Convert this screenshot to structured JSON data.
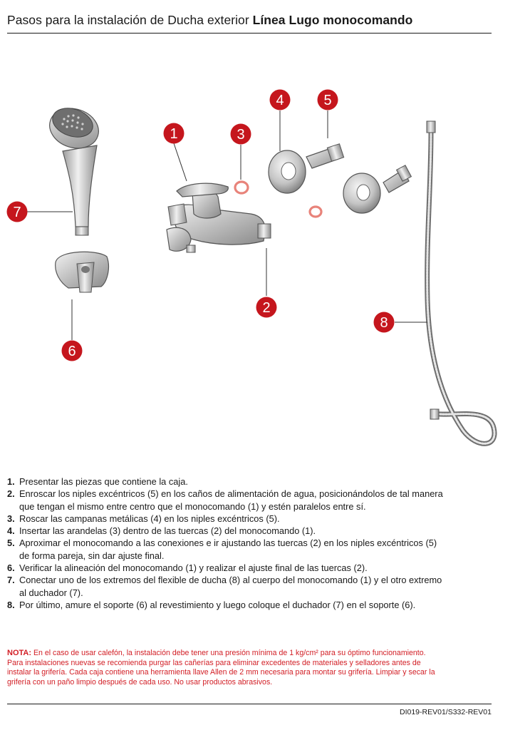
{
  "header": {
    "title_regular": "Pasos para la instalación de Ducha exterior ",
    "title_bold": "Línea Lugo monocomando"
  },
  "callouts": [
    {
      "label": "1",
      "part": "monocomando"
    },
    {
      "label": "2",
      "part": "tuercas"
    },
    {
      "label": "3",
      "part": "arandelas"
    },
    {
      "label": "4",
      "part": "campanas metálicas"
    },
    {
      "label": "5",
      "part": "niples excéntricos"
    },
    {
      "label": "6",
      "part": "soporte"
    },
    {
      "label": "7",
      "part": "duchador"
    },
    {
      "label": "8",
      "part": "flexible de ducha"
    }
  ],
  "colors": {
    "callout": "#c5161d",
    "note": "#d21e25",
    "washer": "#e8837a",
    "metal": "#c9c9c9"
  },
  "steps": [
    {
      "num": "1.",
      "text": "Presentar las piezas que contiene la caja."
    },
    {
      "num": "2.",
      "text": "Enroscar los niples excéntricos (5) en los caños de alimentación de agua, posicionándolos de tal manera",
      "cont": "que tengan el mismo entre centro que el monocomando (1) y estén paralelos entre sí."
    },
    {
      "num": "3.",
      "text": "Roscar las campanas metálicas (4) en los niples excéntricos (5)."
    },
    {
      "num": "4.",
      "text": "Insertar las arandelas (3) dentro de las tuercas (2) del monocomando (1)."
    },
    {
      "num": "5.",
      "text": "Aproximar el monocomando a las conexiones e ir ajustando las tuercas (2) en los niples excéntricos (5)",
      "cont": "de forma pareja, sin dar ajuste final."
    },
    {
      "num": "6.",
      "text": "Verificar la alineación del monocomando (1) y realizar el ajuste final de las tuercas (2)."
    },
    {
      "num": "7.",
      "text": "Conectar uno de los extremos del flexible de ducha (8) al cuerpo del monocomando (1) y el otro extremo",
      "cont": "al duchador (7)."
    },
    {
      "num": "8.",
      "text": "Por último, amure el soporte (6) al revestimiento y luego coloque el duchador (7) en el soporte (6)."
    }
  ],
  "note": {
    "label": "NOTA:",
    "line1": " En el caso de usar calefón, la instalación debe tener una presión mínima de 1 kg/cm² para su óptimo funcionamiento.",
    "line2": "Para instalaciones nuevas se recomienda purgar las cañerías para eliminar excedentes de materiales y selladores antes de",
    "line3": "instalar la grifería. Cada caja contiene una herramienta llave Allen de 2 mm necesaria para montar su grifería. Limpiar y secar la",
    "line4": "grifería con un paño limpio después de cada uso. No usar productos abrasivos."
  },
  "footer": {
    "doc_id": "DI019-REV01/S332-REV01"
  }
}
